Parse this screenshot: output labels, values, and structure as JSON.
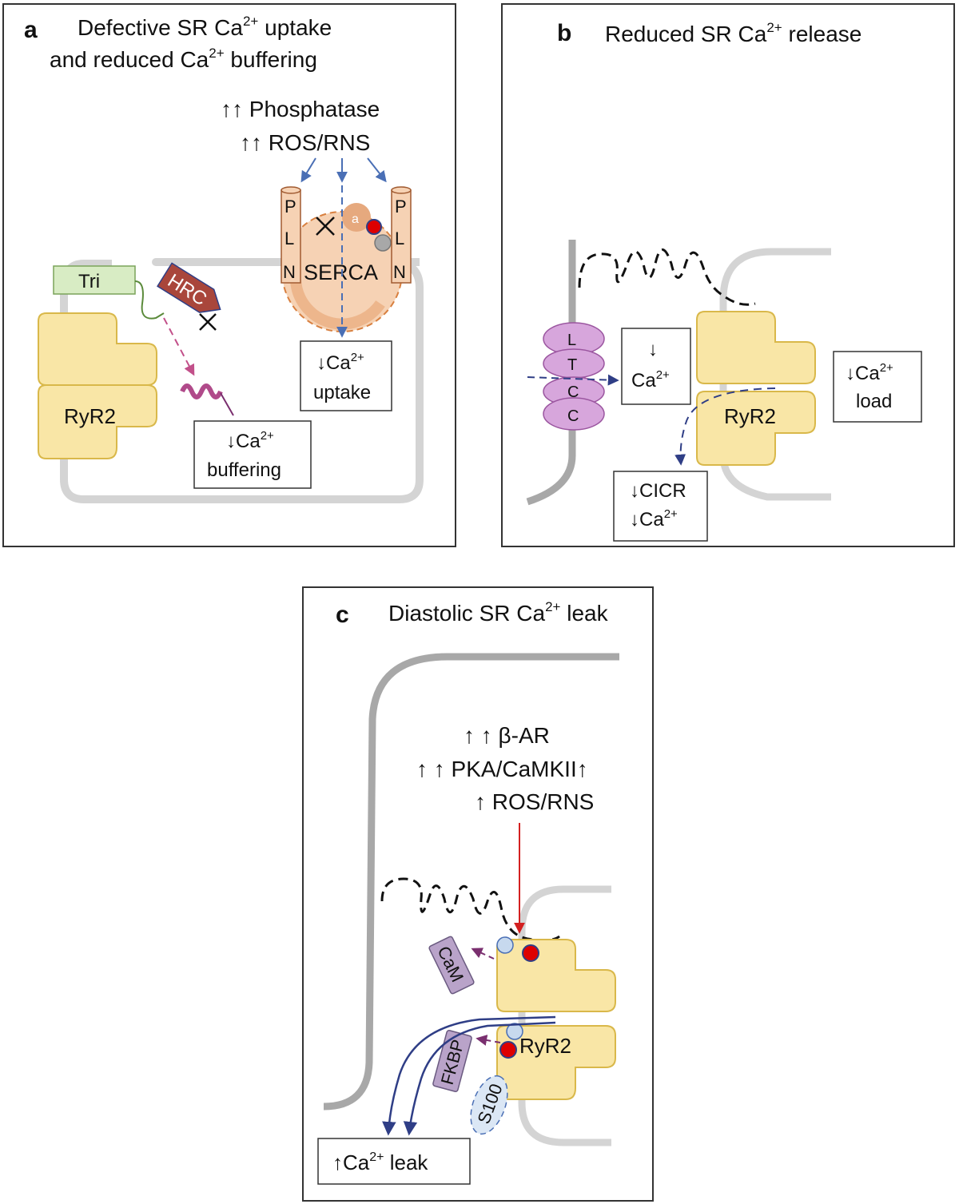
{
  "panel_a": {
    "letter": "a",
    "title_line1": "Defective SR Ca",
    "title_sup": "2+",
    "title_line1_end": " uptake",
    "title_line2": "and reduced Ca",
    "title_line2_sup": "2+",
    "title_line2_end": " buffering",
    "mod_line1": "↑↑ Phosphatase",
    "mod_line2": "↑↑ ROS/RNS",
    "pln_left": [
      "P",
      "L",
      "N"
    ],
    "pln_right": [
      "P",
      "L",
      "N"
    ],
    "serca": "SERCA",
    "a_small": "a",
    "tri": "Tri",
    "hrc": "HRC",
    "ryr2": "RyR2",
    "uptake_box": {
      "line1": "↓Ca",
      "sup": "2+",
      "line2": "uptake"
    },
    "buffering_box": {
      "line1": "↓Ca",
      "sup": "2+",
      "line2": "buffering"
    }
  },
  "panel_b": {
    "letter": "b",
    "title": "Reduced  SR Ca",
    "title_sup": "2+",
    "title_end": " release",
    "ltcc": [
      "L",
      "T",
      "C",
      "C"
    ],
    "ca_box": {
      "line1": "↓",
      "line2": "Ca",
      "sup": "2+"
    },
    "ryr2": "RyR2",
    "load_box": {
      "line1": "↓Ca",
      "sup": "2+",
      "line2": "load"
    },
    "cicr_box": {
      "line1": "↓CICR",
      "line2": "↓Ca",
      "sup": "2+"
    }
  },
  "panel_c": {
    "letter": "c",
    "title": "Diastolic  SR Ca",
    "title_sup": "2+",
    "title_end": " leak",
    "mod_line1": "↑   ↑ β-AR",
    "mod_line2": "↑   ↑ PKA/CaMKII↑",
    "mod_line3": "↑ ROS/RNS",
    "cam": "CaM",
    "fkbp": "FKBP",
    "s100": "S100",
    "ryr2": "RyR2",
    "leak_box": {
      "line1": "↑Ca",
      "sup": "2+",
      "line2": " leak"
    }
  },
  "colors": {
    "ryr_fill": "#f9e6a6",
    "ryr_stroke": "#d9b84a",
    "membrane": "#d4d4d4",
    "blue_arrow": "#4a6fb5",
    "dark_blue": "#2f3e86",
    "pink_arrow": "#c2508a",
    "hrc_fill": "#a9463b",
    "tri_fill": "#d8ecc4",
    "serca_fill": "#f6d2b4",
    "serca_stroke": "#d88040",
    "ltcc_fill": "#d7a6dc",
    "ltcc_stroke": "#9a559f",
    "cam_fill": "#b9a3c9",
    "s100_fill": "#dbe7f5",
    "phos_red": "#dd0000",
    "phos_lightblue": "#c7d9ee",
    "red_arrow": "#d32020"
  }
}
